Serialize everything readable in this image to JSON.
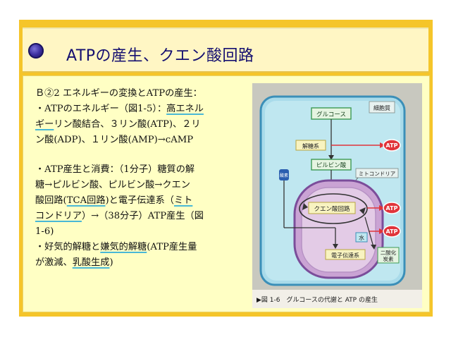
{
  "slide": {
    "title": "ATPの産生、クエン酸回路"
  },
  "body": {
    "lines": [
      [
        {
          "t": "Ｂ②2 エネルギーの変換とATPの産生：",
          "u": false
        }
      ],
      [
        {
          "t": "・ATPのエネルギー（図1-5）：",
          "u": false
        },
        {
          "t": "高エネル",
          "u": true
        }
      ],
      [
        {
          "t": "ギー",
          "u": true
        },
        {
          "t": "リン酸結合、３リン酸(ATP)、２リ",
          "u": false
        }
      ],
      [
        {
          "t": "ン酸(ADP)、１リン酸(AMP)→cAMP",
          "u": false
        }
      ],
      [],
      [
        {
          "t": "・ATP産生と消費：（1分子）糖質の解",
          "u": false
        }
      ],
      [
        {
          "t": "糖→ピルビン酸、ピルビン酸→クエン",
          "u": false
        }
      ],
      [
        {
          "t": "酸回路(",
          "u": false
        },
        {
          "t": "TCA回路",
          "u": true
        },
        {
          "t": ")と電子伝達系（",
          "u": false
        },
        {
          "t": "ミト",
          "u": true
        }
      ],
      [
        {
          "t": "コンドリア",
          "u": true
        },
        {
          "t": "）→（38分子）ATP産生（図",
          "u": false
        }
      ],
      [
        {
          "t": "1-6)",
          "u": false
        }
      ],
      [
        {
          "t": "・好気的解糖と",
          "u": false
        },
        {
          "t": "嫌気的解糖",
          "u": true
        },
        {
          "t": "(ATP産生量",
          "u": false
        }
      ],
      [
        {
          "t": "が激減、",
          "u": false
        },
        {
          "t": "乳酸生成",
          "u": true
        },
        {
          "t": ")",
          "u": false
        }
      ]
    ]
  },
  "figure": {
    "cytoplasm_label": "細胞質",
    "glucose": "グルコース",
    "glycolysis": "解糖系",
    "pyruvate": "ピルビン酸",
    "mitochondria": "ミトコンドリア",
    "oxygen": "酸素",
    "tca": "クエン酸回路",
    "etc": "電子伝達系",
    "water": "水",
    "co2_line1": "二酸化",
    "co2_line2": "炭素",
    "atp1": "ATP",
    "atp2": "ATP",
    "atp3": "ATP",
    "caption": "▶図 1-6　グルコースの代謝と ATP の産生"
  },
  "colors": {
    "frame": "#f5c52a",
    "title_text": "#140f70",
    "underline": "#49b8d6",
    "atp_red": "#e0343a",
    "label_green": "#3d9a54"
  }
}
